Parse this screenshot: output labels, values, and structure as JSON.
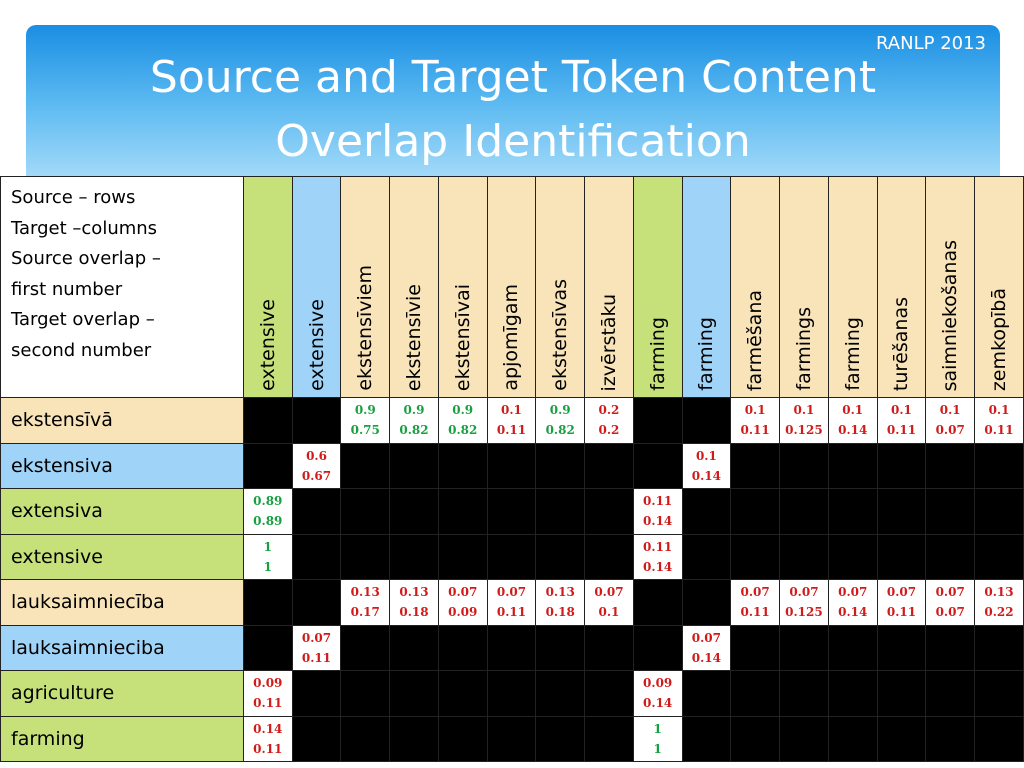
{
  "header": {
    "conference": "RANLP 2013",
    "title_line1": "Source and Target Token Content",
    "title_line2": "Overlap Identification"
  },
  "legend": {
    "line1": "Source – rows",
    "line2": "Target –columns",
    "line3": "Source overlap –",
    "line4": "first number",
    "line5": "Target overlap –",
    "line6": "second number"
  },
  "colors": {
    "green": "#c6e07a",
    "blue": "#9fd3f7",
    "beige": "#f8e4b8",
    "red_value": "#d11a1a",
    "green_value": "#18a040"
  },
  "columns": [
    {
      "label": "extensive",
      "color": "green"
    },
    {
      "label": "extensive",
      "color": "blue"
    },
    {
      "label": "ekstensīviem",
      "color": "beige"
    },
    {
      "label": "ekstensīvie",
      "color": "beige"
    },
    {
      "label": "ekstensīvai",
      "color": "beige"
    },
    {
      "label": "apjomīgam",
      "color": "beige"
    },
    {
      "label": "ekstensīvas",
      "color": "beige"
    },
    {
      "label": "izvērstāku",
      "color": "beige"
    },
    {
      "label": "farming",
      "color": "green"
    },
    {
      "label": "farming",
      "color": "blue"
    },
    {
      "label": "farmēšana",
      "color": "beige"
    },
    {
      "label": "farmings",
      "color": "beige"
    },
    {
      "label": "farming",
      "color": "beige"
    },
    {
      "label": "turēšanas",
      "color": "beige"
    },
    {
      "label": "saimniekošanas",
      "color": "beige"
    },
    {
      "label": "zemkopībā",
      "color": "beige"
    }
  ],
  "rows": [
    {
      "label": "ekstensīvā",
      "color": "beige",
      "cells": [
        null,
        null,
        {
          "a": "0.9",
          "b": "0.75",
          "tone": "g"
        },
        {
          "a": "0.9",
          "b": "0.82",
          "tone": "g"
        },
        {
          "a": "0.9",
          "b": "0.82",
          "tone": "g"
        },
        {
          "a": "0.1",
          "b": "0.11",
          "tone": "r"
        },
        {
          "a": "0.9",
          "b": "0.82",
          "tone": "g"
        },
        {
          "a": "0.2",
          "b": "0.2",
          "tone": "r"
        },
        null,
        null,
        {
          "a": "0.1",
          "b": "0.11",
          "tone": "r"
        },
        {
          "a": "0.1",
          "b": "0.125",
          "tone": "r"
        },
        {
          "a": "0.1",
          "b": "0.14",
          "tone": "r"
        },
        {
          "a": "0.1",
          "b": "0.11",
          "tone": "r"
        },
        {
          "a": "0.1",
          "b": "0.07",
          "tone": "r"
        },
        {
          "a": "0.1",
          "b": "0.11",
          "tone": "r"
        }
      ]
    },
    {
      "label": "ekstensiva",
      "color": "blue",
      "cells": [
        null,
        {
          "a": "0.6",
          "b": "0.67",
          "tone": "r"
        },
        null,
        null,
        null,
        null,
        null,
        null,
        null,
        {
          "a": "0.1",
          "b": "0.14",
          "tone": "r"
        },
        null,
        null,
        null,
        null,
        null,
        null
      ]
    },
    {
      "label": "extensiva",
      "color": "green",
      "cells": [
        {
          "a": "0.89",
          "b": "0.89",
          "tone": "g"
        },
        null,
        null,
        null,
        null,
        null,
        null,
        null,
        {
          "a": "0.11",
          "b": "0.14",
          "tone": "r"
        },
        null,
        null,
        null,
        null,
        null,
        null,
        null
      ]
    },
    {
      "label": "extensive",
      "color": "green",
      "cells": [
        {
          "a": "1",
          "b": "1",
          "tone": "g"
        },
        null,
        null,
        null,
        null,
        null,
        null,
        null,
        {
          "a": "0.11",
          "b": "0.14",
          "tone": "r"
        },
        null,
        null,
        null,
        null,
        null,
        null,
        null
      ]
    },
    {
      "label": "lauksaimniecība",
      "color": "beige",
      "cells": [
        null,
        null,
        {
          "a": "0.13",
          "b": "0.17",
          "tone": "r"
        },
        {
          "a": "0.13",
          "b": "0.18",
          "tone": "r"
        },
        {
          "a": "0.07",
          "b": "0.09",
          "tone": "r"
        },
        {
          "a": "0.07",
          "b": "0.11",
          "tone": "r"
        },
        {
          "a": "0.13",
          "b": "0.18",
          "tone": "r"
        },
        {
          "a": "0.07",
          "b": "0.1",
          "tone": "r"
        },
        null,
        null,
        {
          "a": "0.07",
          "b": "0.11",
          "tone": "r"
        },
        {
          "a": "0.07",
          "b": "0.125",
          "tone": "r"
        },
        {
          "a": "0.07",
          "b": "0.14",
          "tone": "r"
        },
        {
          "a": "0.07",
          "b": "0.11",
          "tone": "r"
        },
        {
          "a": "0.07",
          "b": "0.07",
          "tone": "r"
        },
        {
          "a": "0.13",
          "b": "0.22",
          "tone": "r"
        }
      ]
    },
    {
      "label": "lauksaimnieciba",
      "color": "blue",
      "cells": [
        null,
        {
          "a": "0.07",
          "b": "0.11",
          "tone": "r"
        },
        null,
        null,
        null,
        null,
        null,
        null,
        null,
        {
          "a": "0.07",
          "b": "0.14",
          "tone": "r"
        },
        null,
        null,
        null,
        null,
        null,
        null
      ]
    },
    {
      "label": "agriculture",
      "color": "green",
      "cells": [
        {
          "a": "0.09",
          "b": "0.11",
          "tone": "r"
        },
        null,
        null,
        null,
        null,
        null,
        null,
        null,
        {
          "a": "0.09",
          "b": "0.14",
          "tone": "r"
        },
        null,
        null,
        null,
        null,
        null,
        null,
        null
      ]
    },
    {
      "label": "farming",
      "color": "green",
      "cells": [
        {
          "a": "0.14",
          "b": "0.11",
          "tone": "r"
        },
        null,
        null,
        null,
        null,
        null,
        null,
        null,
        {
          "a": "1",
          "b": "1",
          "tone": "g"
        },
        null,
        null,
        null,
        null,
        null,
        null,
        null
      ]
    }
  ]
}
